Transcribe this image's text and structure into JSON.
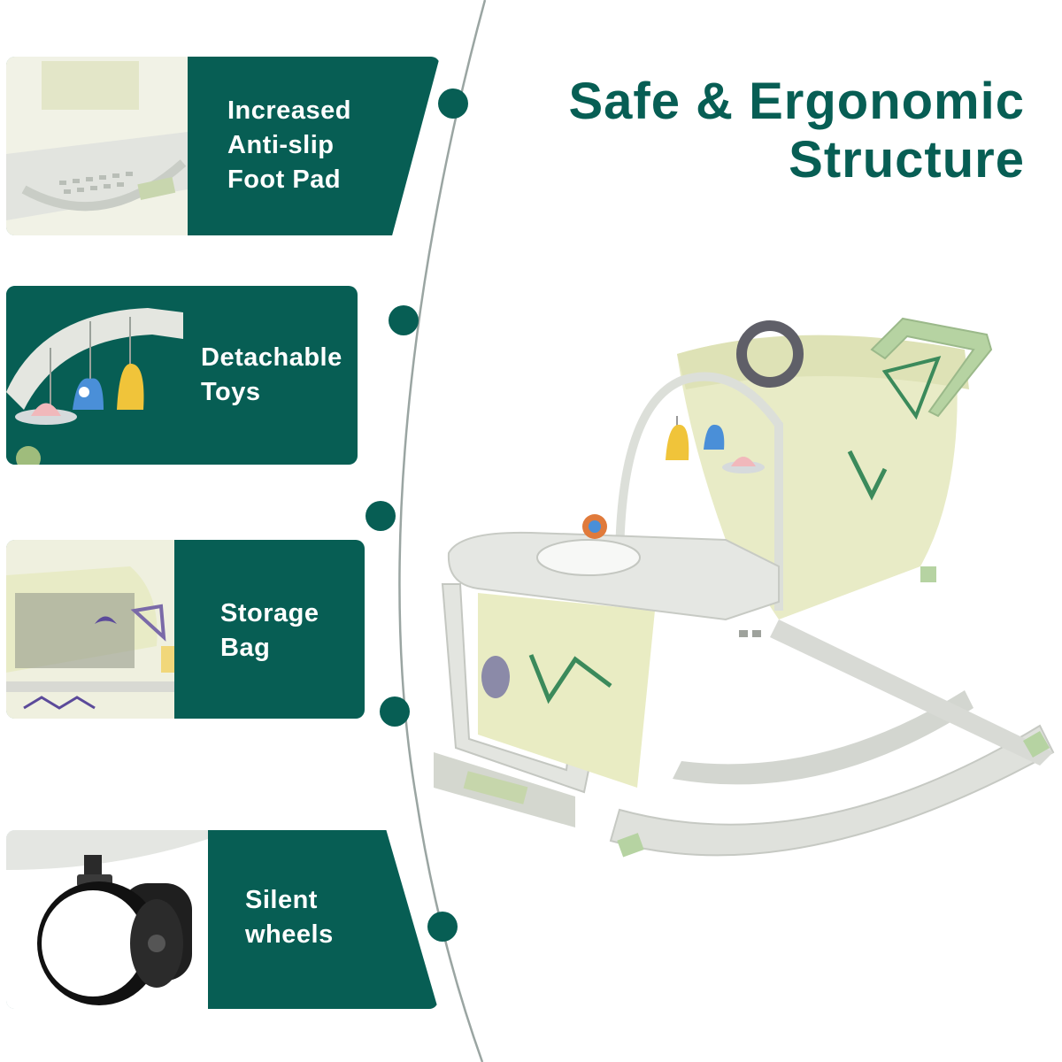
{
  "colors": {
    "brand_green": "#075e54",
    "product_cream": "#e8ebc6",
    "frame_grey": "#d9dcd6"
  },
  "title": {
    "line1": "Safe & Ergonomic",
    "line2": "Structure"
  },
  "features": [
    {
      "line1": "Increased",
      "line2": "Anti-slip",
      "line3": "Foot Pad",
      "icon": "foot-pad-photo"
    },
    {
      "line1": "Detachable",
      "line2": "Toys",
      "icon": "hanging-toys-photo"
    },
    {
      "line1": "Storage",
      "line2": "Bag",
      "icon": "storage-bag-photo"
    },
    {
      "line1": "Silent",
      "line2": "wheels",
      "icon": "caster-wheel-photo"
    }
  ],
  "product": {
    "icon": "baby-rocker-chair-illustration"
  }
}
